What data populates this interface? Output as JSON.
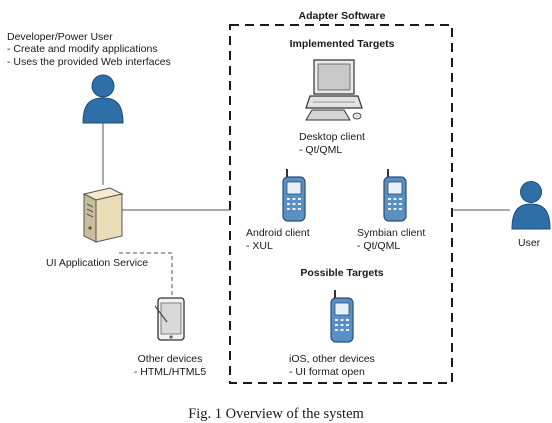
{
  "developer": {
    "title": "Developer/Power User",
    "bullets": [
      "- Create and modify applications",
      "- Uses the provided Web interfaces"
    ],
    "icon": "person-icon"
  },
  "adapter": {
    "title": "Adapter Software",
    "implemented_heading": "Implemented Targets",
    "possible_heading": "Possible Targets",
    "desktop": {
      "name": "Desktop client",
      "tech": "- Qt/QML",
      "icon": "desktop-computer-icon"
    },
    "android": {
      "name": "Android client",
      "tech": "- XUL",
      "icon": "mobile-phone-icon"
    },
    "symbian": {
      "name": "Symbian client",
      "tech": "- Qt/QML",
      "icon": "mobile-phone-icon"
    },
    "ios": {
      "name": "iOS, other devices",
      "tech": "- UI format open",
      "icon": "mobile-phone-icon"
    }
  },
  "service": {
    "name": "UI Application Service",
    "icon": "server-icon"
  },
  "other_devices": {
    "name": "Other devices",
    "tech": "- HTML/HTML5",
    "icon": "tablet-icon"
  },
  "user": {
    "name": "User",
    "icon": "person-icon"
  },
  "caption": "Fig. 1 Overview of the system",
  "colors": {
    "person": "#2f6fa8",
    "phone": "#5a8fc4",
    "line": "#1a1a1a"
  }
}
